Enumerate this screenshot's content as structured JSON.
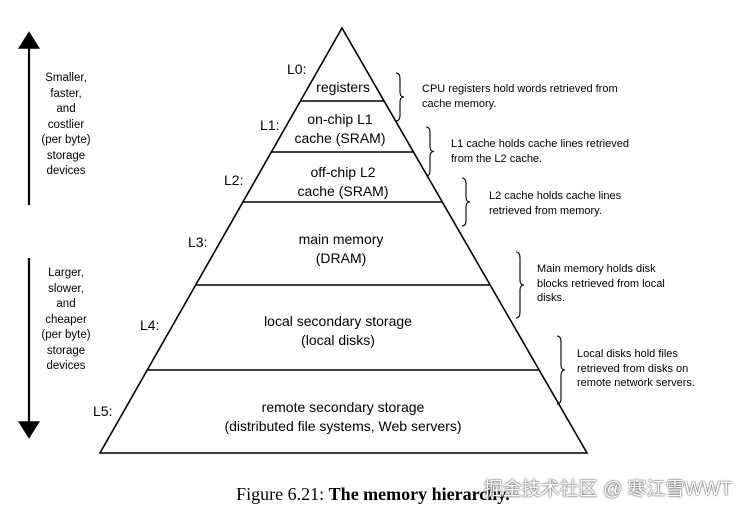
{
  "top_side": {
    "lines": [
      "Smaller,",
      "faster,",
      "and",
      "costlier",
      "(per byte)",
      "storage",
      "devices"
    ]
  },
  "bottom_side": {
    "lines": [
      "Larger,",
      "slower,",
      "and",
      "cheaper",
      "(per byte)",
      "storage",
      "devices"
    ]
  },
  "levels": [
    {
      "id": "L0:",
      "lines": [
        "registers"
      ],
      "desc": [
        "CPU registers hold words retrieved from",
        "cache memory."
      ]
    },
    {
      "id": "L1:",
      "lines": [
        "on-chip L1",
        "cache (SRAM)"
      ],
      "desc": [
        "L1 cache holds cache lines retrieved",
        "from the L2 cache."
      ]
    },
    {
      "id": "L2:",
      "lines": [
        "off-chip L2",
        "cache (SRAM)"
      ],
      "desc": [
        "L2 cache holds cache lines",
        "retrieved from memory."
      ]
    },
    {
      "id": "L3:",
      "lines": [
        "main memory",
        "(DRAM)"
      ],
      "desc": [
        "Main memory holds disk",
        "blocks retrieved from local",
        "disks."
      ]
    },
    {
      "id": "L4:",
      "lines": [
        "local secondary storage",
        "(local disks)"
      ],
      "desc": [
        "Local disks hold files",
        "retrieved from disks on",
        "remote network servers."
      ]
    },
    {
      "id": "L5:",
      "lines": [
        "remote secondary storage",
        "(distributed file systems, Web servers)"
      ],
      "desc": []
    }
  ],
  "caption": {
    "prefix": "Figure 6.21: ",
    "title": "The memory hierarchy."
  },
  "watermark": "掘金技术社区 @ 寒江雪WWT"
}
